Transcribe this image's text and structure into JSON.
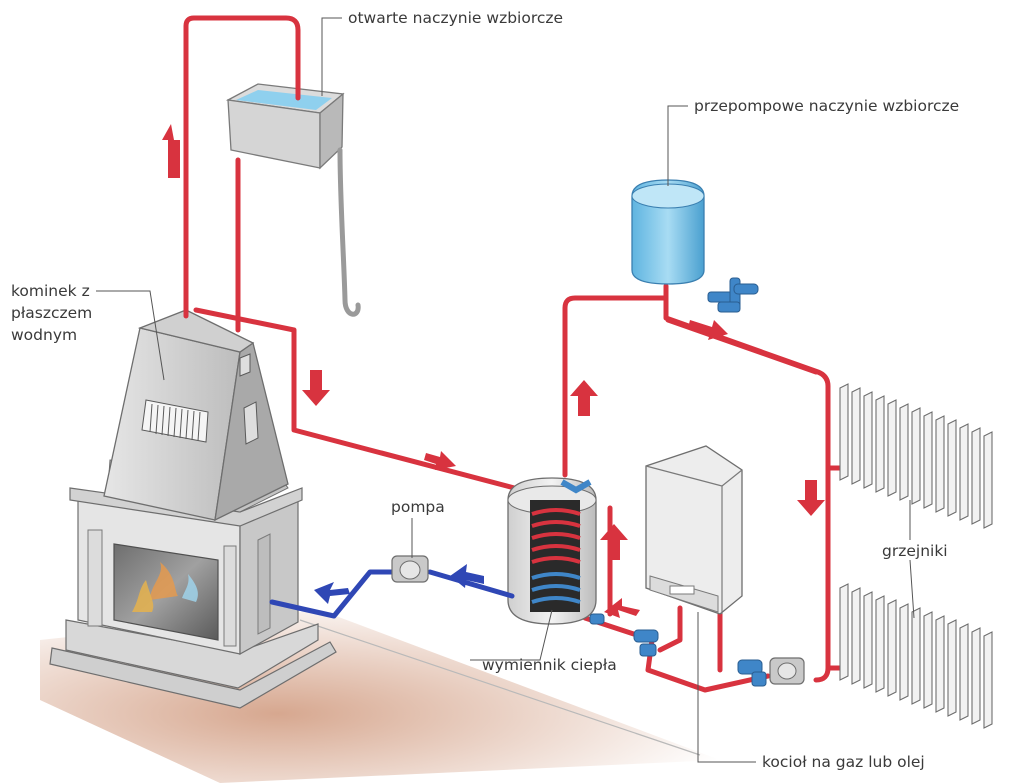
{
  "labels": {
    "open_tank": "otwarte naczynie wzbiorcze",
    "expansion_vessel": "przepompowe naczynie wzbiorcze",
    "fireplace": "kominek z płaszczem wodnym",
    "pump": "pompa",
    "heat_exchanger": "wymiennik ciepła",
    "radiators": "grzejniki",
    "boiler": "kocioł na gaz lub olej"
  },
  "colors": {
    "hot_pipe": "#d8333f",
    "cold_pipe": "#2f47b5",
    "water": "#7fc3e8",
    "floor": "#c98a6a",
    "leader": "#555555"
  }
}
